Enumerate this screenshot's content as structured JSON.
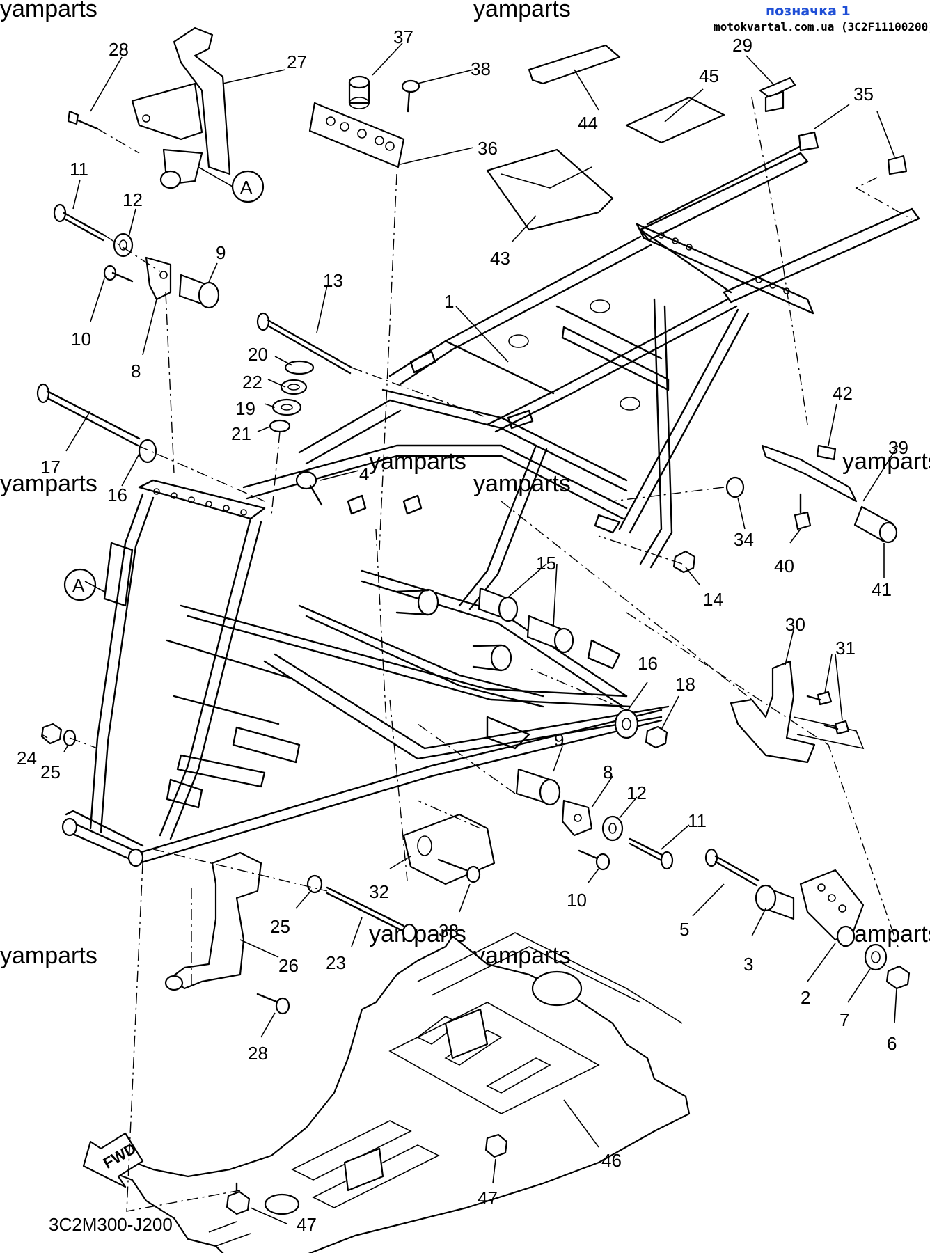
{
  "header": {
    "link_label": "позначка 1",
    "source_line": "motokvartal.com.ua (3C2F11100200)"
  },
  "watermark_text": "yamparts",
  "diagram_code": "3C2M300-J200",
  "fwd_label": "FWD",
  "reference_marker": "A",
  "callouts": [
    "28",
    "27",
    "37",
    "38",
    "29",
    "45",
    "35",
    "44",
    "36",
    "11",
    "12",
    "43",
    "9",
    "10",
    "8",
    "13",
    "1",
    "20",
    "22",
    "19",
    "21",
    "17",
    "42",
    "39",
    "16",
    "4",
    "34",
    "40",
    "41",
    "14",
    "15",
    "16",
    "18",
    "30",
    "31",
    "24",
    "25",
    "9",
    "8",
    "12",
    "11",
    "10",
    "32",
    "33",
    "5",
    "3",
    "2",
    "7",
    "6",
    "25",
    "26",
    "23",
    "28",
    "46",
    "47",
    "47"
  ]
}
